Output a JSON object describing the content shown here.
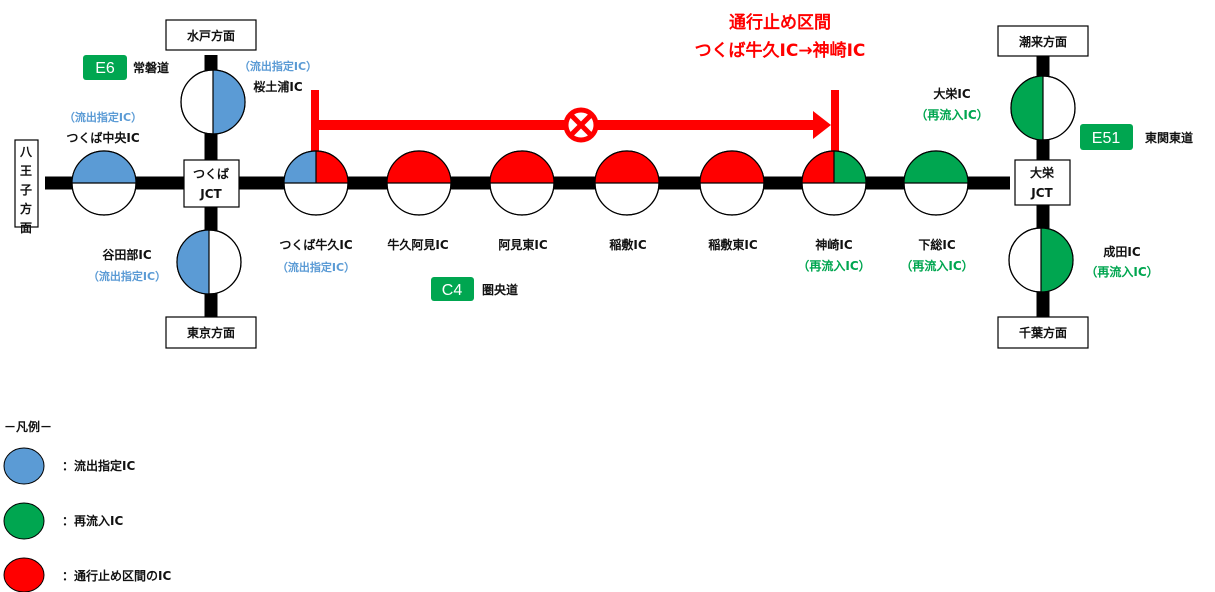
{
  "closure": {
    "title_line1": "通行止め区間",
    "title_line2": "つくば牛久IC→神崎IC"
  },
  "colors": {
    "outflow": "#5b9bd5",
    "reentry": "#00a650",
    "closed": "#ff0000",
    "road": "#000000"
  },
  "roads": {
    "e6": {
      "badge": "E6",
      "name": "常磐道"
    },
    "c4": {
      "badge": "C4",
      "name": "圏央道"
    },
    "e51": {
      "badge": "E51",
      "name": "東関東道"
    }
  },
  "directions": {
    "mito": "水戸方面",
    "tokyo": "東京方面",
    "hachioji": "八王子方面",
    "itako": "潮来方面",
    "chiba": "千葉方面"
  },
  "junctions": {
    "tsukuba_line1": "つくば",
    "tsukuba_line2": "JCT",
    "taiei_line1": "大栄",
    "taiei_line2": "JCT"
  },
  "ics": {
    "sakuratsuchiura": {
      "name": "桜土浦IC",
      "note": "（流出指定IC）"
    },
    "tsukuba_chuo": {
      "name": "つくば中央IC",
      "note": "（流出指定IC）"
    },
    "yatabe": {
      "name": "谷田部IC",
      "note": "（流出指定IC）"
    },
    "tsukuba_ushiku": {
      "name": "つくば牛久IC",
      "note": "（流出指定IC）"
    },
    "ushiku_ami": {
      "name": "牛久阿見IC"
    },
    "ami_higashi": {
      "name": "阿見東IC"
    },
    "inashiki": {
      "name": "稲敷IC"
    },
    "inashiki_higashi": {
      "name": "稲敷東IC"
    },
    "kozaki": {
      "name": "神崎IC",
      "note": "（再流入IC）"
    },
    "shimofusa": {
      "name": "下総IC",
      "note": "（再流入IC）"
    },
    "taiei": {
      "name": "大栄IC",
      "note": "（再流入IC）"
    },
    "narita": {
      "name": "成田IC",
      "note": "（再流入IC）"
    }
  },
  "legend": {
    "title": "－凡例－",
    "outflow": "：流出指定IC",
    "reentry": "：再流入IC",
    "closed": "：通行止め区間のIC"
  }
}
